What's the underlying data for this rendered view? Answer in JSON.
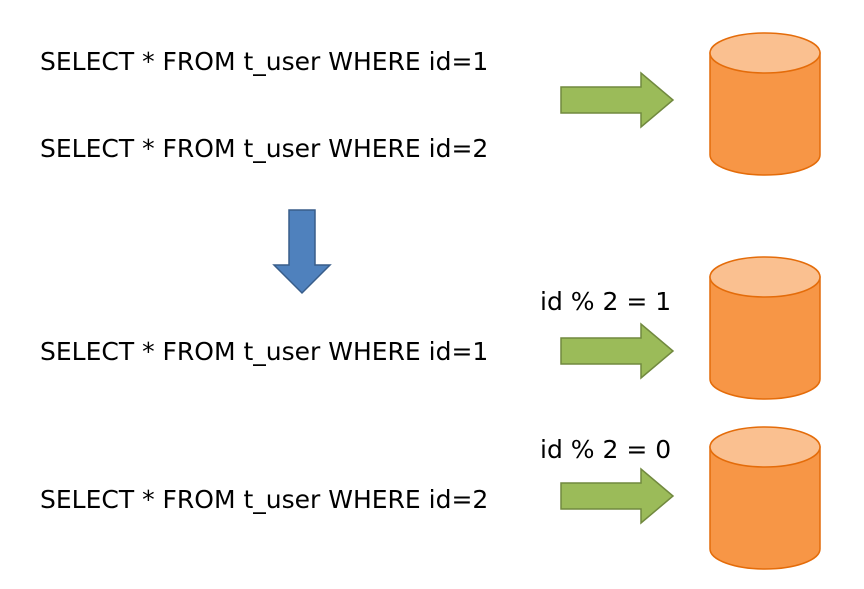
{
  "top_section": {
    "query_1": "SELECT * FROM t_user WHERE id=1",
    "query_2": "SELECT * FROM t_user WHERE id=2"
  },
  "bottom_section": {
    "query_1": "SELECT * FROM t_user WHERE id=1",
    "query_2": "SELECT * FROM t_user WHERE id=2",
    "rule_1": "id % 2 = 1",
    "rule_2": "id % 2 = 0"
  },
  "colors": {
    "green_arrow_fill": "#9BBB59",
    "green_arrow_stroke": "#71893F",
    "blue_arrow_fill": "#4F81BD",
    "blue_arrow_stroke": "#385D8A",
    "db_body": "#F79646",
    "db_top": "#FAC090",
    "db_stroke": "#E46C0A"
  },
  "icons": {
    "database": "database-icon",
    "green_arrow": "arrow-right-icon",
    "blue_arrow": "arrow-down-icon"
  }
}
